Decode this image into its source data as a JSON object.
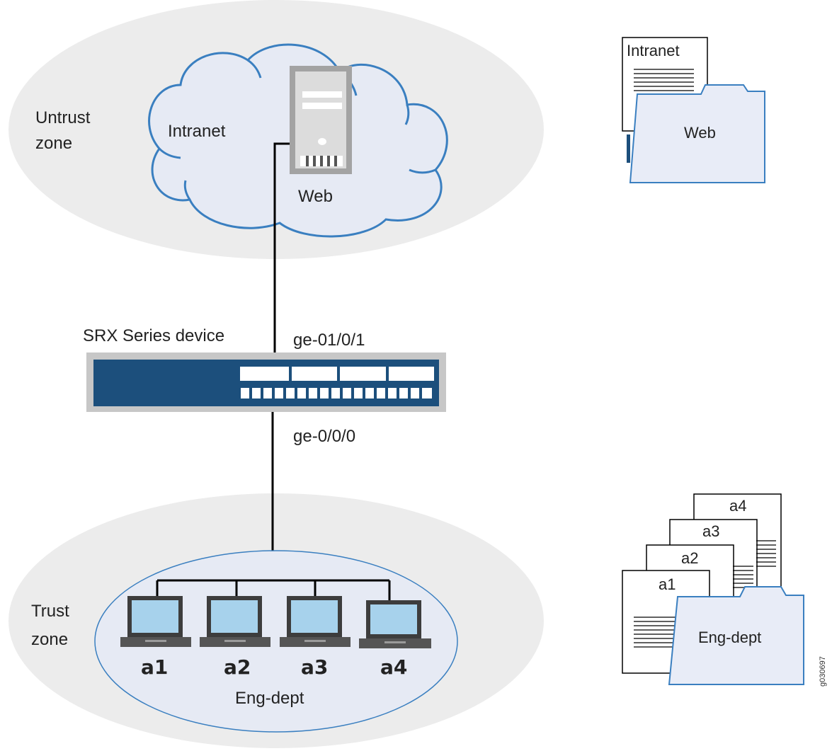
{
  "zones": {
    "untrust": {
      "line1": "Untrust",
      "line2": "zone"
    },
    "trust": {
      "line1": "Trust",
      "line2": "zone"
    }
  },
  "cloud": {
    "label": "Intranet"
  },
  "server": {
    "label": "Web"
  },
  "device": {
    "label": "SRX Series device",
    "upper_interface": "ge-01/0/1",
    "lower_interface": "ge-0/0/0"
  },
  "eng_dept": {
    "label": "Eng-dept",
    "hosts": [
      "a1",
      "a2",
      "a3",
      "a4"
    ]
  },
  "address_book_web": {
    "document": "Intranet",
    "folder": "Web"
  },
  "address_book_eng": {
    "documents": [
      "a4",
      "a3",
      "a2",
      "a1"
    ],
    "folder": "Eng-dept"
  },
  "figure_id": "g030697",
  "colors": {
    "zone_fill": "#ececec",
    "cloud_fill": "#e6eaf4",
    "cloud_stroke": "#3a7fc0",
    "device_body": "#1c4f7c",
    "device_frame": "#c7c7c7",
    "laptop_screen": "#a7d2ec",
    "folder_fill": "#e8ecf7"
  }
}
